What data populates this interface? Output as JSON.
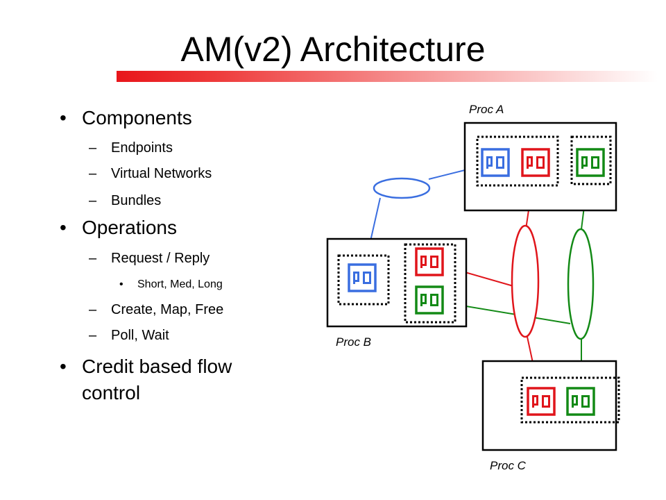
{
  "slide": {
    "title": "AM(v2) Architecture"
  },
  "bullets": [
    {
      "level": 1,
      "text": "Components"
    },
    {
      "level": 2,
      "text": "Endpoints"
    },
    {
      "level": 2,
      "text": "Virtual Networks"
    },
    {
      "level": 2,
      "text": "Bundles"
    },
    {
      "level": 1,
      "text": "Operations"
    },
    {
      "level": 2,
      "text": "Request / Reply"
    },
    {
      "level": 3,
      "text": "Short, Med, Long"
    },
    {
      "level": 2,
      "text": "Create, Map, Free"
    },
    {
      "level": 2,
      "text": "Poll, Wait"
    },
    {
      "level": 1,
      "text": "Credit based flow",
      "text2": "control"
    }
  ],
  "markers": {
    "level1": "•",
    "level2": "–",
    "level3": "•"
  },
  "diagram": {
    "proc_labels": {
      "a": "Proc A",
      "b": "Proc B",
      "c": "Proc C"
    },
    "colors": {
      "blue": "#3a6ee0",
      "red": "#e0151b",
      "green": "#138a16",
      "black": "#000000"
    }
  }
}
